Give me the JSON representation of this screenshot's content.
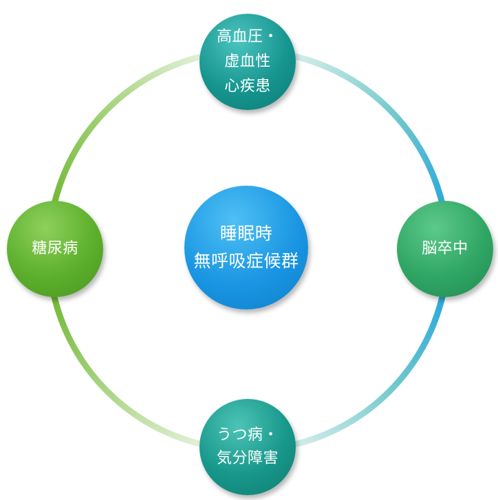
{
  "diagram": {
    "center": {
      "lines": [
        "睡眠時",
        "無呼吸症候群"
      ],
      "color": "#1a96e2"
    },
    "nodes": {
      "top": {
        "lines": [
          "高血圧・",
          "虚血性",
          "心疾患"
        ],
        "color": "#16958f"
      },
      "right": {
        "lines": [
          "脳卒中"
        ],
        "color": "#2fa664"
      },
      "bottom": {
        "lines": [
          "うつ病・",
          "気分障害"
        ],
        "color": "#17978a"
      },
      "left": {
        "lines": [
          "糖尿病"
        ],
        "color": "#5caf2c"
      }
    },
    "ring_colors": {
      "blue": "#1fa3dc",
      "green": "#6ab42c",
      "fade": "#f2f7f2"
    }
  }
}
